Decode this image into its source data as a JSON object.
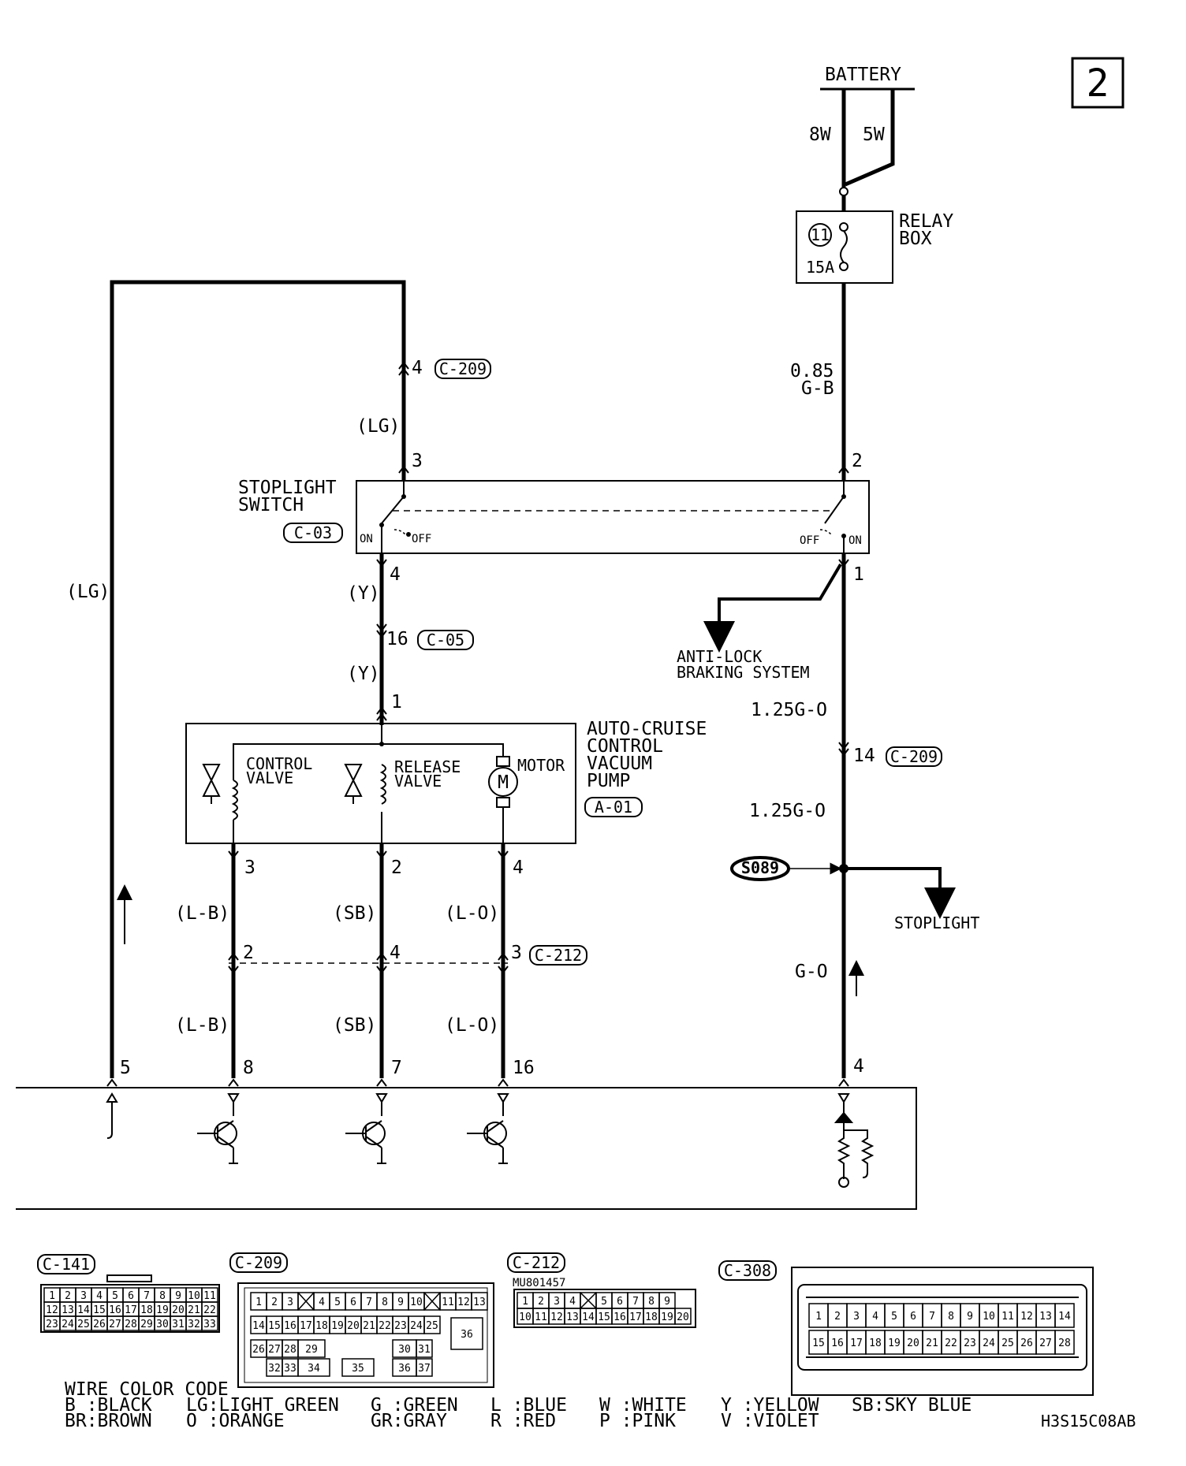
{
  "page_number": "2",
  "drawing_code": "H3S15C08AB",
  "power": {
    "battery": "BATTERY",
    "wire_8w": "8W",
    "wire_5w": "5W",
    "relay_box": [
      "RELAY",
      "BOX"
    ],
    "fuse_number": "11",
    "fuse_rating": "15A",
    "wire_feed": [
      "0.85",
      "G-B"
    ]
  },
  "stoplight_switch": {
    "name": [
      "STOPLIGHT",
      "SWITCH"
    ],
    "connector": "C-03",
    "on_left": "ON",
    "off_left": "OFF",
    "off_right": "OFF",
    "on_right": "ON",
    "pins": {
      "left_top": "3",
      "left_bottom": "4",
      "right_top": "2",
      "right_bottom": "1"
    }
  },
  "labels": {
    "pin4": "4",
    "c209": "C-209",
    "lg": "(LG)",
    "y": "(Y)",
    "pin16": "16",
    "c05": "C-05",
    "pin1": "1",
    "abs": [
      "ANTI-LOCK",
      "BRAKING SYSTEM"
    ],
    "w125go": "1.25G-O",
    "pin14": "14",
    "s089": "S089",
    "stoplight": "STOPLIGHT",
    "go": "G-O",
    "lb": "(L-B)",
    "sb": "(SB)",
    "lo": "(L-O)",
    "p3": "3",
    "p2": "2",
    "p4": "4",
    "c212": "C-212",
    "p5": "5",
    "p8": "8",
    "p7": "7",
    "p16": "16"
  },
  "pump": {
    "name": [
      "AUTO-CRUISE",
      "CONTROL",
      "VACUUM",
      "PUMP"
    ],
    "connector": "A-01",
    "control_valve": [
      "CONTROL",
      "VALVE"
    ],
    "release_valve": [
      "RELEASE",
      "VALVE"
    ],
    "motor": "MOTOR",
    "motor_symbol": "M"
  },
  "connectors": {
    "c141": {
      "name": "C-141",
      "rows": [
        [
          "1",
          "2",
          "3",
          "4",
          "5",
          "6",
          "7",
          "8",
          "9",
          "10",
          "11"
        ],
        [
          "12",
          "13",
          "14",
          "15",
          "16",
          "17",
          "18",
          "19",
          "20",
          "21",
          "22"
        ],
        [
          "23",
          "24",
          "25",
          "26",
          "27",
          "28",
          "29",
          "30",
          "31",
          "32",
          "33"
        ]
      ]
    },
    "c209": {
      "name": "C-209",
      "row1": [
        "1",
        "2",
        "3",
        "",
        "4",
        "5",
        "6",
        "7",
        "8",
        "9",
        "10",
        "",
        "11",
        "12",
        "13"
      ],
      "row2": [
        "14",
        "15",
        "16",
        "17",
        "18",
        "19",
        "20",
        "21",
        "22",
        "23",
        "24",
        "25"
      ],
      "misc": [
        "26",
        "27",
        "28",
        "29",
        "30",
        "31",
        "36",
        "32",
        "33",
        "34",
        "35",
        "36",
        "37"
      ]
    },
    "c212": {
      "name": "C-212",
      "part": "MU801457",
      "row1": [
        "1",
        "2",
        "3",
        "4",
        "",
        "5",
        "6",
        "7",
        "8",
        "9"
      ],
      "row2": [
        "10",
        "11",
        "12",
        "13",
        "14",
        "15",
        "16",
        "17",
        "18",
        "19",
        "20"
      ]
    },
    "c308": {
      "name": "C-308",
      "row1": [
        "1",
        "2",
        "3",
        "4",
        "5",
        "6",
        "7",
        "8",
        "9",
        "10",
        "11",
        "12",
        "13",
        "14"
      ],
      "row2": [
        "15",
        "16",
        "17",
        "18",
        "19",
        "20",
        "21",
        "22",
        "23",
        "24",
        "25",
        "26",
        "27",
        "28"
      ]
    }
  },
  "legend": {
    "title": "WIRE COLOR CODE",
    "items": [
      "B :BLACK",
      "BR:BROWN",
      "LG:LIGHT GREEN",
      "O :ORANGE",
      "G :GREEN",
      "GR:GRAY",
      "L :BLUE",
      "R :RED",
      "W :WHITE",
      "P :PINK",
      "Y :YELLOW",
      "V :VIOLET",
      "SB:SKY BLUE"
    ]
  }
}
